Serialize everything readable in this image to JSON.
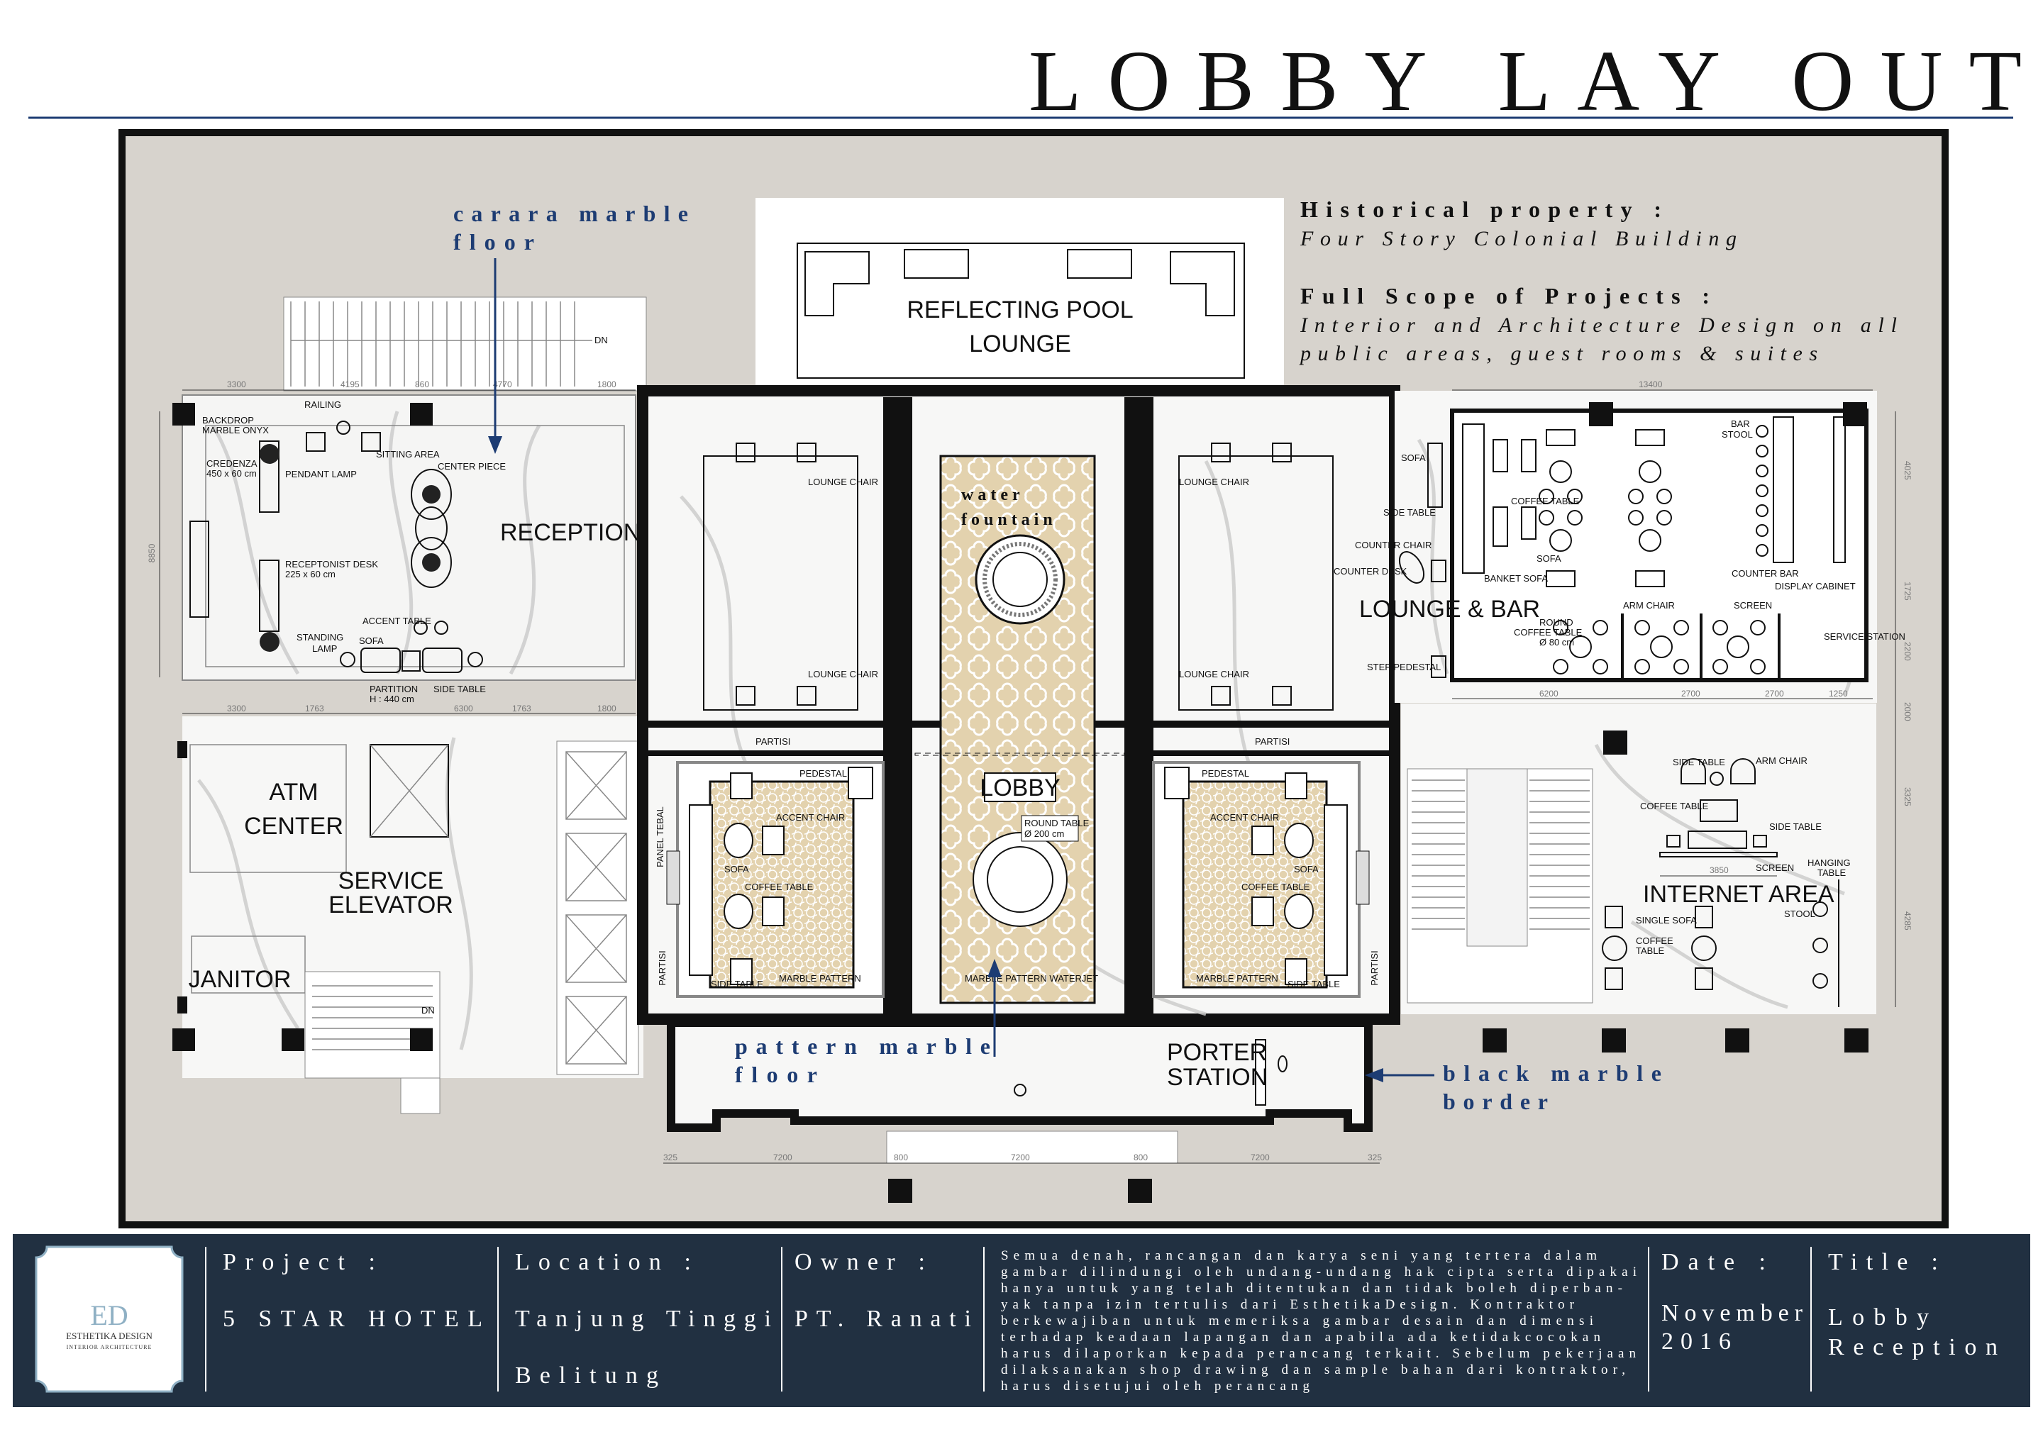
{
  "header": {
    "title": "LOBBY LAY OUT"
  },
  "info": {
    "historical_heading": "Historical property :",
    "historical_value": "Four Story Colonial Building",
    "scope_heading": "Full Scope of Projects :",
    "scope_lines": [
      "Interior and Architecture Design on all",
      "public areas, guest rooms & suites"
    ]
  },
  "annotations": {
    "carara": [
      "carara marble",
      "floor"
    ],
    "pattern": [
      "pattern marble",
      "floor"
    ],
    "border": [
      "black marble",
      "border"
    ],
    "fountain": [
      "water",
      "fountain"
    ]
  },
  "rooms": {
    "reflecting_pool": [
      "REFLECTING POOL",
      "LOUNGE"
    ],
    "reception": "RECEPTION",
    "atm": [
      "ATM",
      "CENTER"
    ],
    "service_elevator": [
      "SERVICE",
      "ELEVATOR"
    ],
    "janitor": "JANITOR",
    "lobby": "LOBBY",
    "porter": [
      "PORTER",
      "STATION"
    ],
    "lounge_bar": "LOUNGE & BAR",
    "internet": "INTERNET AREA",
    "dn": "DN"
  },
  "labels": {
    "reception": [
      "RAILING",
      "BACKDROP",
      "MARBLE ONYX",
      "SITTING AREA",
      "CREDENZA",
      "450 x 60 cm",
      "PENDANT LAMP",
      "CENTER PIECE",
      "RECEPTONIST DESK",
      "225 x 60 cm",
      "ACCENT TABLE",
      "STANDING",
      "LAMP",
      "SOFA",
      "PARTITION",
      "H : 440 cm",
      "SIDE TABLE"
    ],
    "lobby": [
      "LOUNGE CHAIR",
      "PARTISI",
      "PEDESTAL",
      "ACCENT CHAIR",
      "SOFA",
      "COFFEE TABLE",
      "PANEL TEBAL",
      "SIDE TABLE",
      "MARBLE PATTERN",
      "ROUND TABLE",
      "Ø 200 cm",
      "MARBLE PATTERN WATERJET"
    ],
    "lounge_bar": [
      "SOFA",
      "SIDE TABLE",
      "COUNTER CHAIR",
      "COUNTER DESK",
      "BANKET SOFA",
      "COFFEE TABLE",
      "BAR",
      "STOOL",
      "COUNTER BAR",
      "DISPLAY CABINET",
      "ARM CHAIR",
      "SCREEN",
      "ROUND",
      "COFFEE TABLE",
      "Ø 80 cm",
      "SERVICE STATION",
      "STEP PEDESTAL"
    ],
    "internet": [
      "SIDE TABLE",
      "ARM CHAIR",
      "COFFEE TABLE",
      "SCREEN",
      "HANGING",
      "TABLE",
      "SINGLE SOFA",
      "COFFEE",
      "TABLE",
      "STOOL"
    ]
  },
  "dimensions": {
    "reception_top": [
      "3300",
      "4195",
      "860",
      "4770",
      "1800"
    ],
    "reception_bottom": [
      "3300",
      "1763",
      "6300",
      "1763",
      "1800"
    ],
    "reception_side": "8850",
    "bottom": [
      "325",
      "7200",
      "800",
      "7200",
      "800",
      "7200",
      "325"
    ],
    "right_top": "13400",
    "right_bottom": [
      "6200",
      "2700",
      "2700",
      "1250"
    ],
    "internet_screen": "3850",
    "right_side": [
      "4025",
      "1725",
      "2200",
      "2000",
      "3325",
      "4285"
    ]
  },
  "title_block": {
    "logo": {
      "mark": "ED",
      "name": "ESTHETIKA DESIGN",
      "tagline": "INTERIOR ARCHITECTURE"
    },
    "project_label": "Project :",
    "project_value": "5 STAR HOTEL",
    "location_label": "Location :",
    "location_lines": [
      "Tanjung Tinggi",
      "Belitung"
    ],
    "owner_label": "Owner :",
    "owner_value": "PT. Ranati",
    "disclaimer": [
      "Semua denah, rancangan dan karya seni yang tertera dalam",
      "gambar dilindungi oleh undang-undang hak cipta serta dipakai",
      "hanya untuk yang telah ditentukan dan tidak boleh diperban-",
      "yak tanpa izin tertulis dari EsthetikaDesign. Kontraktor",
      "berkewajiban untuk memeriksa gambar desain dan dimensi",
      "terhadap keadaan lapangan dan apabila ada ketidakcocokan",
      "harus dilaporkan kepada perancang terkait. Sebelum pekerjaan",
      "dilaksanakan shop drawing dan sample bahan dari kontraktor,",
      "harus disetujui oleh perancang"
    ],
    "date_label": "Date :",
    "date_lines": [
      "November",
      "2016"
    ],
    "title_label": "Title :",
    "title_lines": [
      "Lobby",
      "Reception"
    ]
  },
  "colors": {
    "background": "#d7d3cd",
    "accent_blue": "#1d3c73",
    "title_block": "#213041",
    "pattern_beige": "#e3d2ae"
  }
}
